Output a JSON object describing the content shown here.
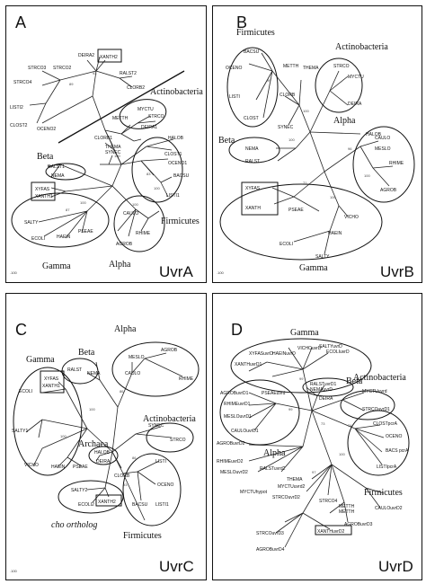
{
  "panels": {
    "a": {
      "letter": "A",
      "gene": "UvrA",
      "scale": ".100"
    },
    "b": {
      "letter": "B",
      "gene": "UvrB",
      "scale": ".100"
    },
    "c": {
      "letter": "C",
      "gene": "UvrC",
      "scale": ".100"
    },
    "d": {
      "letter": "D",
      "gene": "UvrD",
      "scale": ".100"
    }
  },
  "groups": {
    "a": {
      "actino": "Actinobacteria",
      "beta": "Beta",
      "firm": "Firmicutes",
      "gamma": "Gamma",
      "alpha": "Alpha"
    },
    "b": {
      "firm": "Firmicutes",
      "actino": "Actinobacteria",
      "alpha": "Alpha",
      "beta": "Beta",
      "gamma": "Gamma"
    },
    "c": {
      "alpha": "Alpha",
      "beta": "Beta",
      "gamma": "Gamma",
      "actino": "Actinobacteria",
      "archaea": "Archaea",
      "cho": "cho ortholog",
      "firm": "Firmicutes"
    },
    "d": {
      "gamma": "Gamma",
      "beta": "Beta",
      "actino": "Actinobacteria",
      "alpha": "Alpha",
      "firm": "Firmicutes"
    }
  },
  "taxa": {
    "a": [
      "DEIRA2",
      "XANTH2",
      "STRCO3",
      "STRCO2",
      "RALST2",
      "CLORB2",
      "STRCO4",
      "LISTI2",
      "CLOST2",
      "OCENO2",
      "MYCTU",
      "STRCO",
      "METTH",
      "DEIRA1",
      "CLORB1",
      "HALOB",
      "THEMA",
      "SYNEC",
      "RALST1",
      "NEMA",
      "XYFAS",
      "XANTH1",
      "CLOST1",
      "OCENO1",
      "BACSU",
      "LISTI1",
      "SALTY",
      "ECOLI",
      "HAEIN",
      "PSEAE",
      "CAULO",
      "RHIME",
      "AGROB"
    ],
    "b": [
      "BACSU",
      "OCENO",
      "LISTI",
      "CLOST",
      "METTH",
      "THEMA",
      "CLORB",
      "SYNEC",
      "STRCO",
      "MYCTU",
      "DEIRA",
      "HALOB",
      "NEMA",
      "RALST",
      "CAULO",
      "MESLO",
      "RHIME",
      "AGROB",
      "XYFAS",
      "XANTH",
      "PSEAE",
      "VICHO",
      "HAEIN",
      "ECOLI",
      "SALTY"
    ],
    "c": [
      "MESLO",
      "AGROB",
      "RHIME",
      "RALST",
      "NEMA",
      "CAULO",
      "XYFAS",
      "XANTH1",
      "ECOLI",
      "SALTY1",
      "VICHO",
      "HAEIN",
      "PSEAE",
      "HALOB",
      "SYNEC",
      "STRCO",
      "DEIRA",
      "CLORB",
      "LISTI",
      "OCENO",
      "BACSU",
      "LISTI1",
      "SALTY2",
      "ECOLI2",
      "XANTH2"
    ],
    "d": [
      "SALTYuvrD",
      "VICHOuvrD",
      "ECOLIuvrD",
      "XYFASuvrD",
      "HAEINuvrD",
      "XANTHuvrD1",
      "AGROBuvrD1",
      "RHIMEuvrD1",
      "MESLOuvrD1",
      "CAULOuvrD1",
      "PSEAEuvrd",
      "RALSTuvrD1",
      "NEMAuvrD",
      "DEIRA",
      "MYCTUuvrd",
      "STRCOuvrD1",
      "CLOSTpcrA",
      "OCENO",
      "BACS pcrA",
      "LISTIpcrA",
      "AGROBuvrD2",
      "RHIMEuvrD2",
      "MESLOuvrD2",
      "RALSTuvrd2",
      "THEMA",
      "MYCTUuvrd2",
      "MYCTUhypot",
      "STRCOuvrD2",
      "STRCO4",
      "METTH",
      "METTH",
      "CAULOuvrD2",
      "AGROBuvrD3",
      "STRCOuvrD3",
      "AGROBuvrD4",
      "XANTHuvrD2"
    ]
  }
}
